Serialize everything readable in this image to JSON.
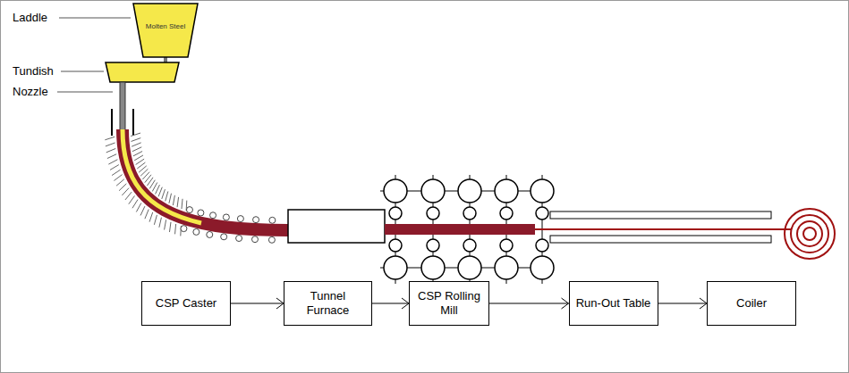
{
  "diagram": {
    "nodes": [
      {
        "text": [
          "Molten Steel"
        ]
      },
      {
        "text": [
          "CSP Caster"
        ]
      },
      {
        "text": [
          "Tunnel Furnace"
        ]
      },
      {
        "text": [
          "CSP Rolling Mill"
        ]
      },
      {
        "text": [
          "Run-Out Table"
        ]
      },
      {
        "text": [
          "Coiler"
        ]
      }
    ],
    "edges": [
      {
        "from": 1,
        "to": 2,
        "arrow": "to"
      },
      {
        "from": 2,
        "to": 3,
        "arrow": "to"
      },
      {
        "from": 3,
        "to": 4,
        "arrow": "to"
      },
      {
        "from": 4,
        "to": 5,
        "arrow": "to"
      }
    ],
    "labels": [
      "Laddle",
      "Tundish",
      "Nozzle"
    ]
  }
}
